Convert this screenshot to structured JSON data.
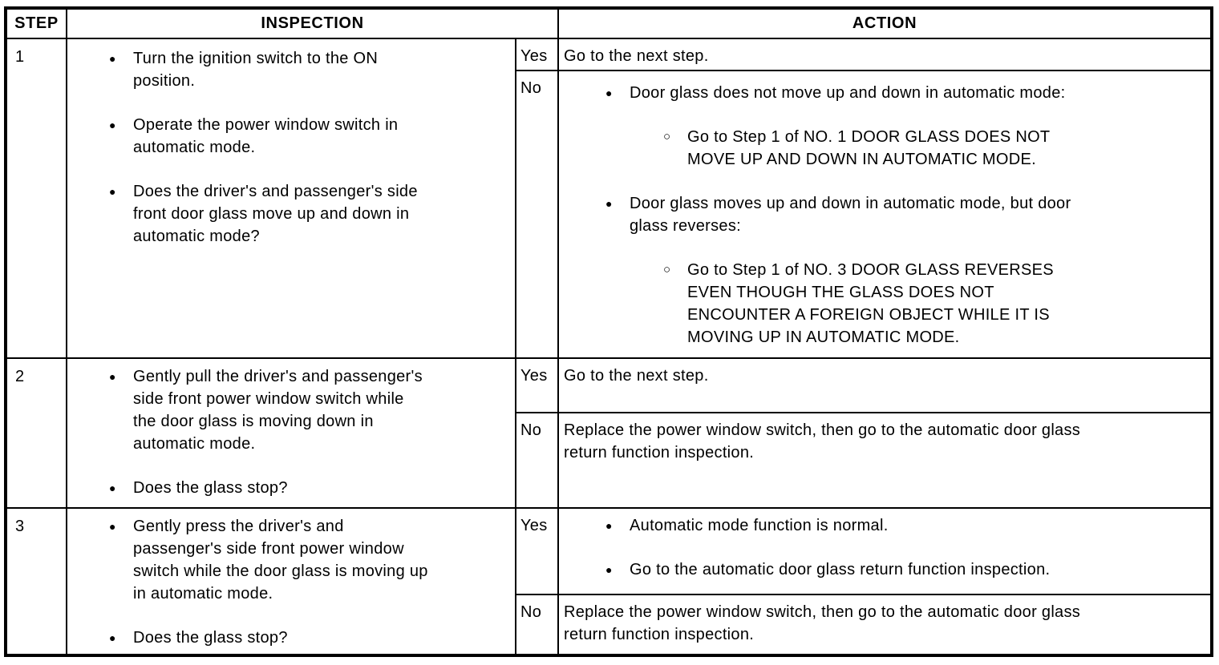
{
  "table": {
    "headers": {
      "step": "STEP",
      "inspection": "INSPECTION",
      "action": "ACTION"
    },
    "labels": {
      "yes": "Yes",
      "no": "No"
    },
    "glyphs": {
      "bullet": "●",
      "sub_bullet": "○"
    },
    "rows": [
      {
        "step": "1",
        "inspection": [
          "Turn the ignition switch to the ON\nposition.",
          "Operate the power window switch in\nautomatic mode.",
          "Does the driver's and passenger's side\nfront door glass move up and down in\nautomatic mode?"
        ],
        "yes_action": {
          "text": "Go to the next step."
        },
        "no_action": {
          "items": [
            {
              "text": "Door glass does not move up and down in automatic mode:",
              "sub": "Go to Step 1 of NO. 1 DOOR GLASS DOES NOT\nMOVE UP AND DOWN IN AUTOMATIC MODE."
            },
            {
              "text": "Door glass moves up and down in automatic mode, but door\nglass reverses:",
              "sub": "Go to Step 1 of NO. 3 DOOR GLASS REVERSES\nEVEN THOUGH THE GLASS DOES NOT\nENCOUNTER A FOREIGN OBJECT WHILE IT IS\nMOVING UP IN AUTOMATIC MODE."
            }
          ]
        }
      },
      {
        "step": "2",
        "inspection": [
          "Gently pull the driver's and passenger's\nside front power window switch while\nthe door glass is moving down in\nautomatic mode.",
          "Does the glass stop?"
        ],
        "yes_action": {
          "text": "Go to the next step."
        },
        "no_action": {
          "text": "Replace the power window switch, then go to the automatic door glass\nreturn function inspection."
        }
      },
      {
        "step": "3",
        "inspection": [
          "Gently press the driver's and\npassenger's side front power window\nswitch while the door glass is moving up\nin automatic mode.",
          "Does the glass stop?"
        ],
        "yes_action": {
          "items": [
            {
              "text": "Automatic mode function is normal."
            },
            {
              "text": "Go to the automatic door glass return function inspection."
            }
          ]
        },
        "no_action": {
          "text": "Replace the power window switch, then go to the automatic door glass\nreturn function inspection."
        }
      }
    ]
  }
}
